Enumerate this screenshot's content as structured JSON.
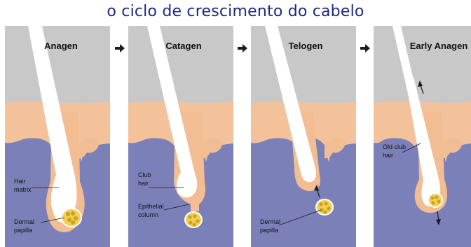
{
  "title": "o ciclo de crescimento do cabelo",
  "colors": {
    "sky": "#c8c8c9",
    "epidermis": "#f3c29a",
    "dermis": "#7c80b8",
    "hair": "#ffffff",
    "sheath": "#f2bd92",
    "papilla": "#f4cf4f",
    "title": "#1d2a80",
    "arrow": "#1c1c1c"
  },
  "stages": [
    {
      "name": "Anagen",
      "labels": {
        "matrix": "Hair\nmatrix",
        "papilla": "Dermal\npapilla"
      }
    },
    {
      "name": "Catagen",
      "labels": {
        "club": "Club\nhair",
        "column": "Epithelial\ncolumn"
      }
    },
    {
      "name": "Telogen",
      "labels": {
        "papilla": "Dermal\npapilla"
      }
    },
    {
      "name": "Early Anagen",
      "labels": {
        "oldclub": "Old club\nhair"
      }
    }
  ],
  "arrow_icon": "right-arrow-icon"
}
